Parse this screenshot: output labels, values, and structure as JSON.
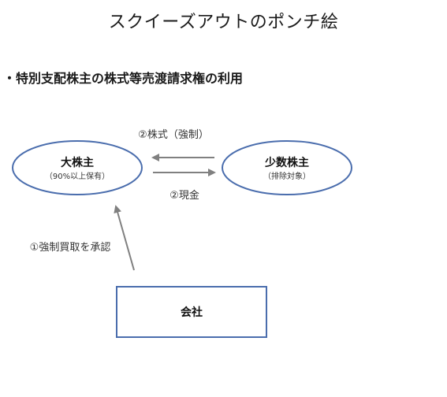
{
  "page": {
    "title": "スクイーズアウトのポンチ絵",
    "subtitle": "・特別支配株主の株式等売渡請求権の利用"
  },
  "colors": {
    "node_stroke": "#4A6DAD",
    "arrow": "#808080",
    "text": "#222222"
  },
  "nodes": {
    "major_shareholder": {
      "label": "大株主",
      "sublabel": "（90%以上保有）"
    },
    "minority_shareholder": {
      "label": "少数株主",
      "sublabel": "（排除対象）"
    },
    "company": {
      "label": "会社"
    }
  },
  "edges": {
    "shares_forced": {
      "label": "②株式（強制）"
    },
    "cash": {
      "label": "②現金"
    },
    "approval": {
      "label": "①強制買取を承認"
    }
  }
}
